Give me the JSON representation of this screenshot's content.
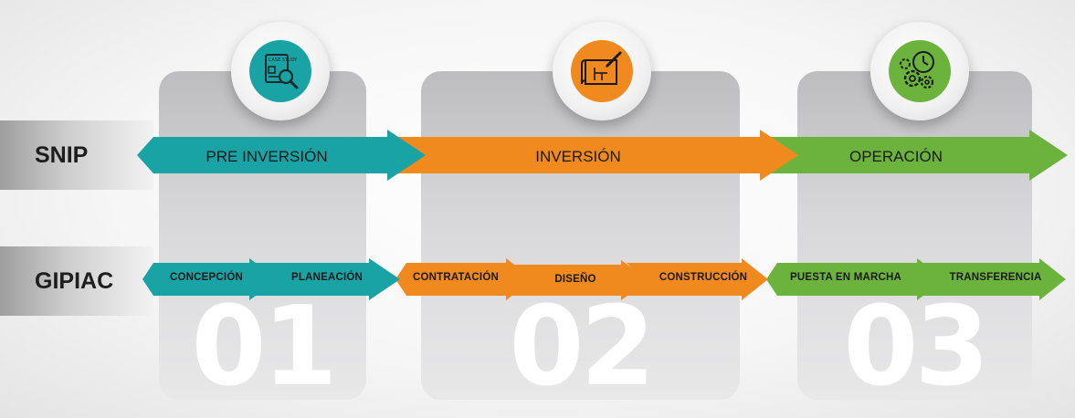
{
  "rows": {
    "snip": "SNIP",
    "gipiac": "GIPIAC"
  },
  "phases": [
    {
      "number": "01",
      "label": "PRE INVERSIÓN",
      "color": "#1aa3a4",
      "icon": "document-search-icon",
      "icon_text": "CASE STUDY"
    },
    {
      "number": "02",
      "label": "INVERSIÓN",
      "color": "#f08a1f",
      "icon": "blueprint-icon"
    },
    {
      "number": "03",
      "label": "OPERACIÓN",
      "color": "#6cb33e",
      "icon": "gears-clock-icon"
    }
  ],
  "stages": [
    {
      "label": "CONCEPCIÓN",
      "color": "#1aa3a4"
    },
    {
      "label": "PLANEACIÓN",
      "color": "#1aa3a4"
    },
    {
      "label": "CONTRATACIÓN",
      "color": "#f08a1f"
    },
    {
      "label": "DISEÑO",
      "color": "#f08a1f"
    },
    {
      "label": "CONSTRUCCIÓN",
      "color": "#f08a1f"
    },
    {
      "label": "PUESTA EN MARCHA",
      "color": "#6cb33e"
    },
    {
      "label": "TRANSFERENCIA",
      "color": "#6cb33e"
    }
  ]
}
